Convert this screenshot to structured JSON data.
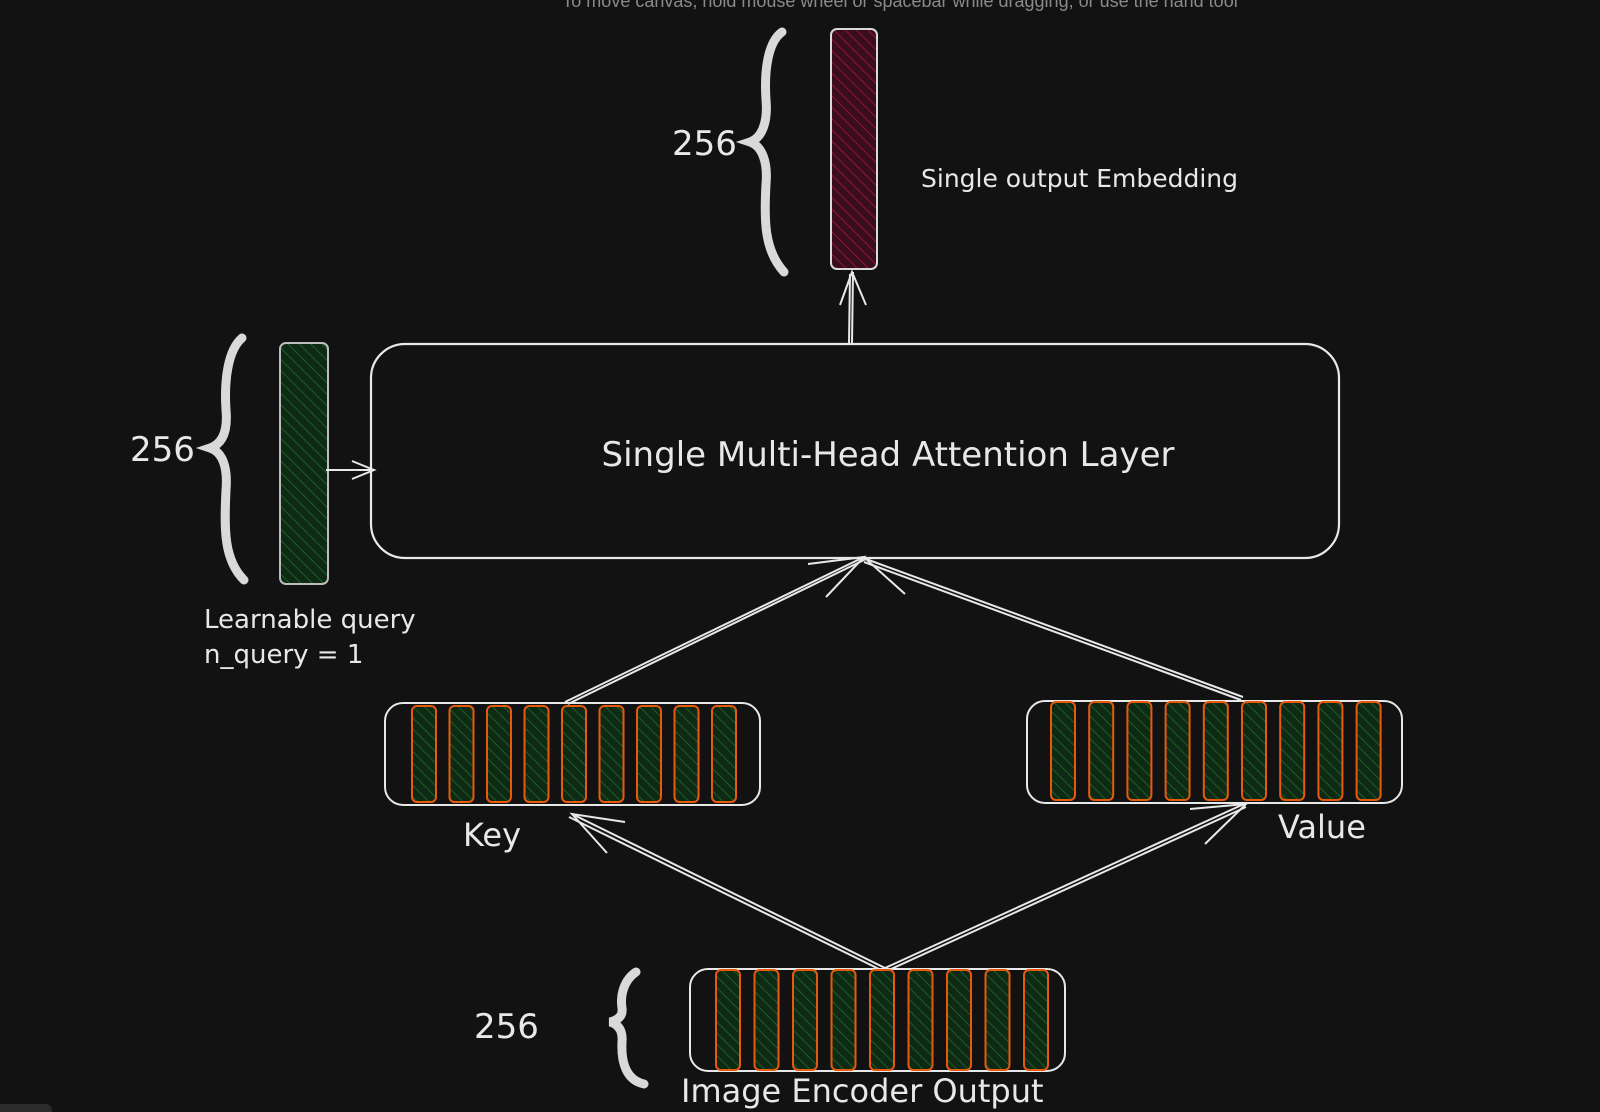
{
  "canvas_hint": "To move canvas, hold mouse wheel or spacebar while dragging, or use the hand tool",
  "output_embedding": {
    "dim_label": "256",
    "caption": "Single output Embedding",
    "color": "#c2185b"
  },
  "attention_layer": {
    "label": "Single Multi-Head Attention Layer"
  },
  "learnable_query": {
    "dim_label": "256",
    "caption_line1": "Learnable query",
    "caption_line2": "n_query = 1",
    "color": "#1e7e34"
  },
  "key": {
    "label": "Key",
    "token_count": 9,
    "token_color": "#e8590c"
  },
  "value": {
    "label": "Value",
    "token_count": 9,
    "token_color": "#e8590c"
  },
  "image_encoder_output": {
    "dim_label": "256",
    "label": "Image Encoder Output",
    "token_count": 9,
    "token_color": "#e8590c"
  }
}
